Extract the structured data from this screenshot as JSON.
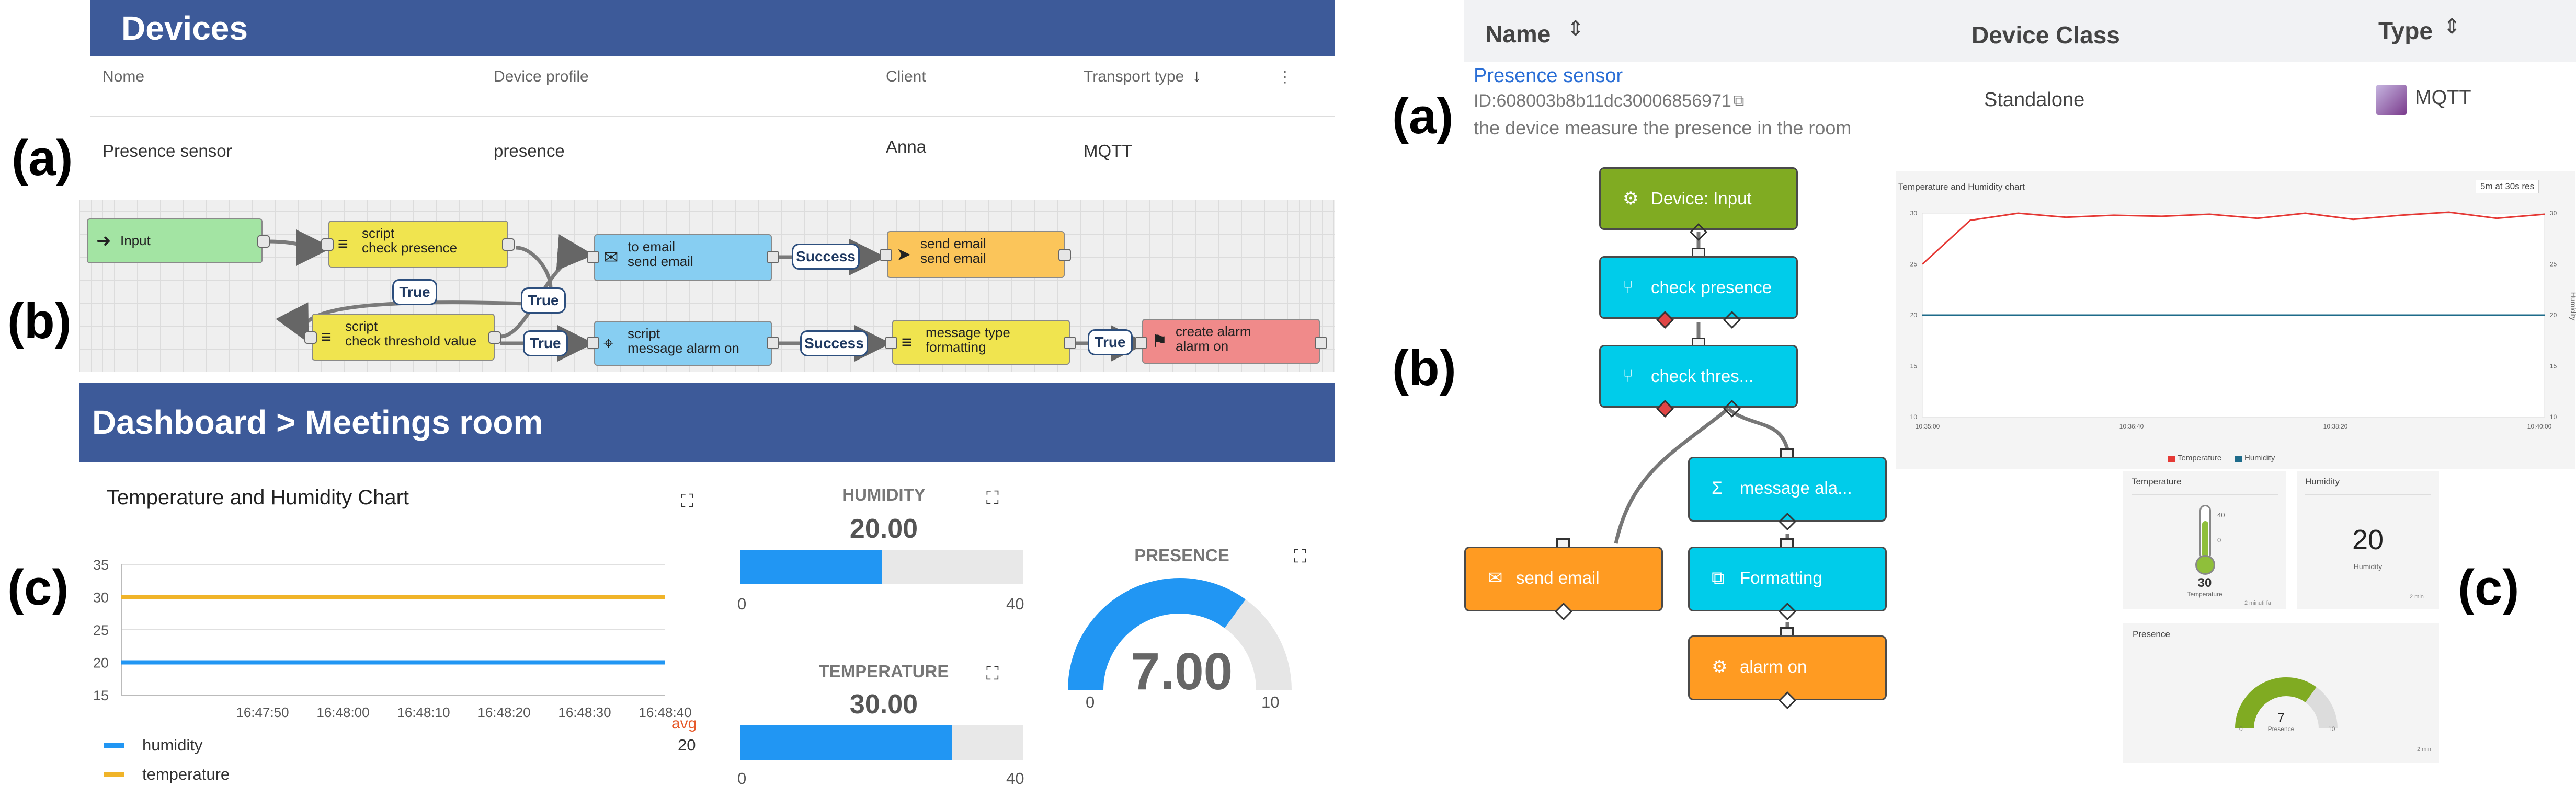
{
  "panel_labels": {
    "a": "(a)",
    "b": "(b)",
    "c": "(c)"
  },
  "left": {
    "devices": {
      "title": "Devices",
      "columns": [
        "Nome",
        "Device profile",
        "Client",
        "Transport type"
      ],
      "row": {
        "name": "Presence sensor",
        "profile": "presence",
        "client": "Anna",
        "transport": "MQTT"
      }
    },
    "rule_chain": {
      "input": "Input",
      "check_presence": {
        "type": "script",
        "name": "check presence"
      },
      "check_threshold": {
        "type": "script",
        "name": "check threshold value"
      },
      "to_email": {
        "type": "to email",
        "name": "send email"
      },
      "send_email": {
        "type": "send email",
        "name": "send email"
      },
      "message_alarm": {
        "type": "script",
        "name": "message alarm on"
      },
      "message_type": {
        "type": "message type",
        "name": "formatting"
      },
      "create_alarm": {
        "type": "create alarm",
        "name": "alarm on"
      },
      "links": {
        "true": "True",
        "success": "Success"
      }
    },
    "dashboard": {
      "title": "Dashboard > Meetings room",
      "chart": {
        "title": "Temperature and Humidity Chart",
        "avg_label": "avg",
        "avg_humidity": "20"
      },
      "humidity": {
        "label": "HUMIDITY",
        "value": "20.00",
        "min": "0",
        "max": "40"
      },
      "temperature": {
        "label": "TEMPERATURE",
        "value": "30.00",
        "min": "0",
        "max": "40"
      },
      "presence": {
        "label": "PRESENCE",
        "value": "7.00",
        "min": "0",
        "max": "10"
      }
    }
  },
  "right": {
    "devices": {
      "columns": [
        "Name",
        "Device Class",
        "Type"
      ],
      "row": {
        "name": "Presence sensor",
        "id": "ID:608003b8b11dc30006856971",
        "description": "the device measure the presence in the room",
        "class": "Standalone",
        "type": "MQTT"
      }
    },
    "flow": {
      "device_input": "Device: Input",
      "check_presence": "check presence",
      "check_threshold": "check thres...",
      "message_alarm": "message ala...",
      "send_email": "send email",
      "formatting": "Formatting",
      "alarm_on": "alarm on"
    },
    "chart": {
      "title": "Temperature and Humidity chart",
      "interval": "5m at 30s res",
      "yticks": [
        "30",
        "25",
        "20",
        "15",
        "10"
      ],
      "xticks": [
        "10:35:00",
        "10:36:40",
        "10:38:20",
        "10:40:00"
      ],
      "right_axis": "Humidity",
      "legend": [
        "Temperature",
        "Humidity"
      ]
    },
    "temperature_widget": {
      "title": "Temperature",
      "value": "30",
      "unit_label": "Temperature",
      "thermo_max": "40",
      "thermo_zero": "0",
      "footer": "2 minuti fa"
    },
    "humidity_widget": {
      "title": "Humidity",
      "value": "20",
      "unit_label": "Humidity",
      "footer": "2 min"
    },
    "presence_widget": {
      "title": "Presence",
      "value": "7",
      "min": "0",
      "max": "10",
      "unit_label": "Presence",
      "footer": "2 min"
    }
  },
  "chart_data": [
    {
      "type": "line",
      "title": "Temperature and Humidity Chart",
      "x": [
        "16:47:50",
        "16:48:00",
        "16:48:10",
        "16:48:20",
        "16:48:30",
        "16:48:40"
      ],
      "ylim": [
        15,
        35
      ],
      "yticks": [
        15,
        20,
        25,
        30,
        35
      ],
      "series": [
        {
          "name": "humidity",
          "values": [
            20,
            20,
            20,
            20,
            20,
            20
          ],
          "color": "#2196f3"
        },
        {
          "name": "temperature",
          "values": [
            30,
            30,
            30,
            30,
            30,
            30
          ],
          "color": "#f0b429"
        }
      ]
    },
    {
      "type": "line",
      "title": "Temperature and Humidity chart",
      "x": [
        "10:35:00",
        "10:36:40",
        "10:38:20",
        "10:40:00"
      ],
      "ylim": [
        10,
        30
      ],
      "series": [
        {
          "name": "Temperature",
          "values": [
            25,
            29.3,
            30,
            29.6,
            29.8,
            29.7,
            29.9,
            29.5,
            30,
            29.4,
            29.8,
            30.1,
            29.5,
            29.9
          ],
          "color": "#e53935"
        },
        {
          "name": "Humidity",
          "values": [
            20,
            20,
            20,
            20,
            20,
            20,
            20,
            20,
            20,
            20,
            20,
            20,
            20,
            20
          ],
          "color": "#1e6b8a"
        }
      ]
    }
  ],
  "colors": {
    "banner": "#3d5a99",
    "cyan": "#00ccea",
    "orange": "#ff9b22",
    "green": "#7eaa25",
    "gauge_blue": "#2196f3"
  }
}
